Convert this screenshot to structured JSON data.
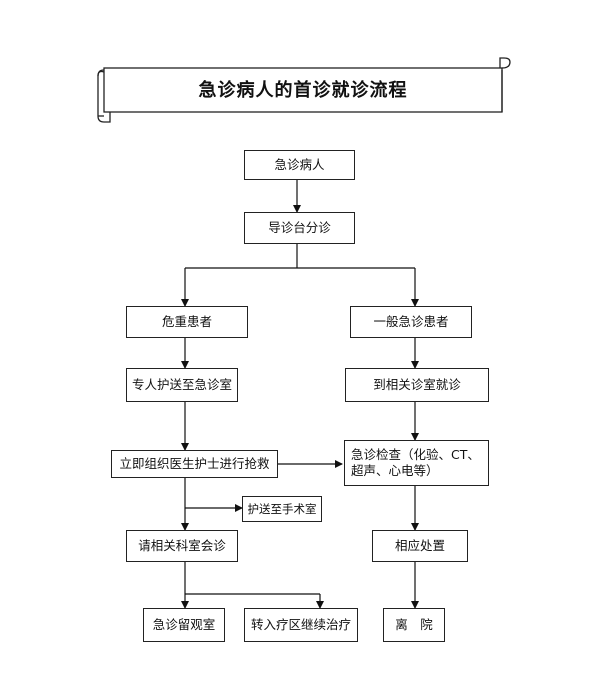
{
  "title": "急诊病人的首诊就诊流程",
  "nodes": {
    "patient": "急诊病人",
    "triage": "导诊台分诊",
    "critical": "危重患者",
    "general": "一般急诊患者",
    "escort_er": "专人护送至急诊室",
    "to_room": "到相关诊室就诊",
    "rescue": "立即组织医生护士进行抢救",
    "exam": "急诊检查（化验、CT、\n超声、心电等）",
    "surgery": "护送至手术室",
    "consult": "请相关科室会诊",
    "handle": "相应处置",
    "observe": "急诊留观室",
    "transfer": "转入疗区继续治疗",
    "discharge": "离　院"
  }
}
